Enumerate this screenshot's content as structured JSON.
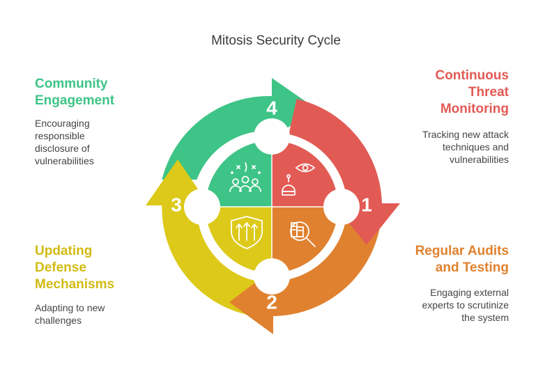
{
  "title": "Mitosis Security Cycle",
  "colors": {
    "red": "#e25a54",
    "orange": "#e0812f",
    "yellow": "#ddc919",
    "green": "#3ec486"
  },
  "stages": [
    {
      "number": "1",
      "heading_lines": [
        "Continuous",
        "Threat",
        "Monitoring"
      ],
      "desc_lines": [
        "Tracking new attack",
        "techniques and",
        "vulnerabilities"
      ],
      "icon": "robot-eye-icon"
    },
    {
      "number": "2",
      "heading_lines": [
        "Regular Audits",
        "and Testing"
      ],
      "desc_lines": [
        "Engaging external",
        "experts to scrutinize",
        "the system"
      ],
      "icon": "magnifier-building-icon"
    },
    {
      "number": "3",
      "heading_lines": [
        "Updating",
        "Defense",
        "Mechanisms"
      ],
      "desc_lines": [
        "Adapting to new",
        "challenges"
      ],
      "icon": "shield-arrows-icon"
    },
    {
      "number": "4",
      "heading_lines": [
        "Community",
        "Engagement"
      ],
      "desc_lines": [
        "Encouraging",
        "responsible",
        "disclosure of",
        "vulnerabilities"
      ],
      "icon": "people-celebration-icon"
    }
  ]
}
